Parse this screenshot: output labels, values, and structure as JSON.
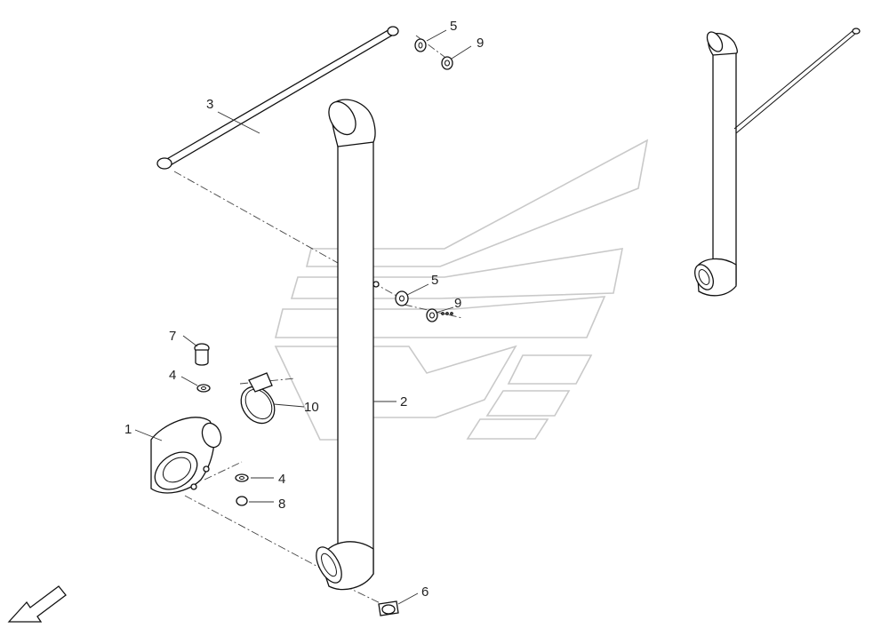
{
  "callouts": {
    "c1": "1",
    "c2": "2",
    "c3": "3",
    "c4a": "4",
    "c4b": "4",
    "c5a": "5",
    "c5b": "5",
    "c6": "6",
    "c7": "7",
    "c8": "8",
    "c9a": "9",
    "c9b": "9",
    "c10": "10"
  }
}
